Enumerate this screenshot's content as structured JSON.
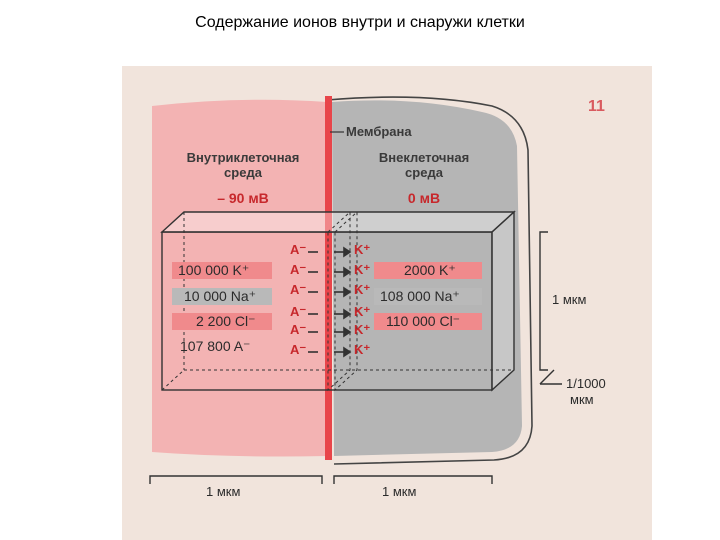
{
  "slide": {
    "title": "Содержание ионов внутри и снаружи клетки"
  },
  "figure": {
    "number": "11",
    "membrane_label": "Мембрана",
    "inside": {
      "label_line1": "Внутриклеточная",
      "label_line2": "среда",
      "potential": "– 90 мВ",
      "ions": [
        "100 000 K⁺",
        "10 000 Na⁺",
        "2 200 Cl⁻",
        "107 800 A⁻"
      ]
    },
    "outside": {
      "label_line1": "Внеклеточная",
      "label_line2": "среда",
      "potential": "0 мВ",
      "ions": [
        "2000 K⁺",
        "108 000 Na⁺",
        "110 000 Cl⁻"
      ]
    },
    "anion_symbol": "A⁻",
    "cation_symbol": "K⁺",
    "scale": {
      "height": "1 мкм",
      "depth_line1": "1/1000",
      "depth_line2": "мкм",
      "width_left": "1 мкм",
      "width_right": "1 мкм"
    },
    "colors": {
      "inside": "#f3b3b3",
      "outside": "#b5b5b5",
      "membrane": "#e8454a",
      "accent": "#c7282c",
      "background": "#f1e4dc"
    }
  }
}
